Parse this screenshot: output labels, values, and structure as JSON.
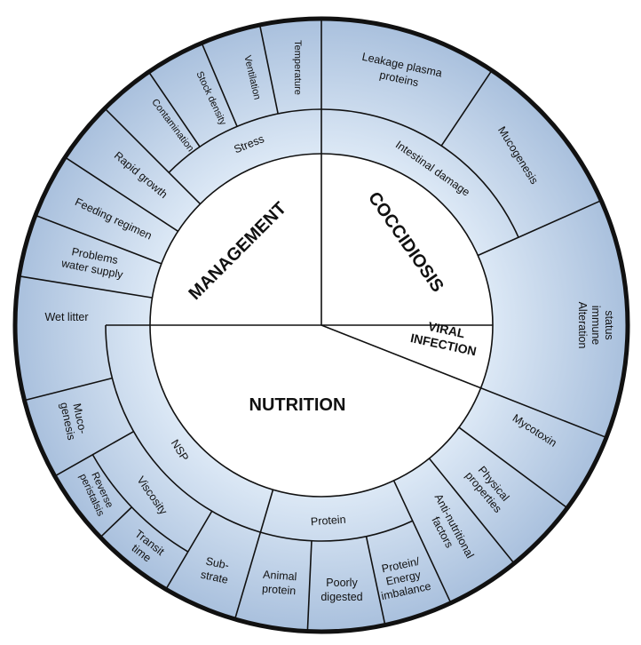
{
  "categories": {
    "management": "MANAGEMENT",
    "coccidiosis": "COCCIDIOSIS",
    "viral": [
      "VIRAL",
      "INFECTION"
    ],
    "nutrition": "NUTRITION"
  },
  "management": {
    "stress": "Stress",
    "stress_factors": [
      "Temperature",
      "Ventilation",
      "Stock density",
      "Contamination"
    ],
    "rapid_growth": "Rapid growth",
    "feeding_regimen": "Feeding regimen",
    "water_supply": [
      "Problems",
      "water supply"
    ],
    "wet_litter": "Wet litter"
  },
  "coccidiosis": {
    "intestinal_damage": "Intestinal damage",
    "leakage": [
      "Leakage plasma",
      "proteins"
    ],
    "mucogenesis": "Mucogenesis",
    "immune": [
      "Alteration",
      "immune",
      "status"
    ]
  },
  "nutrition": {
    "nsp": "NSP",
    "muco_genesis": [
      "Muco-",
      "genesis"
    ],
    "viscosity": "Viscosity",
    "reverse_peristalsis": [
      "Reverse",
      "peristalsis"
    ],
    "transit_time": [
      "Transit",
      "time"
    ],
    "substrate": [
      "Sub-",
      "strate"
    ],
    "protein": "Protein",
    "animal_protein": [
      "Animal",
      "protein"
    ],
    "poorly_digested": [
      "Poorly",
      "digested"
    ],
    "protein_energy": [
      "Protein/",
      "Energy",
      "imbalance"
    ],
    "anti_nutritional": [
      "Anti-nutritional",
      "factors"
    ],
    "physical_properties": [
      "Physical",
      "properties"
    ],
    "mycotoxin": "Mycotoxin"
  },
  "colors": {
    "ring_light": "#dde9f6",
    "ring_dark": "#a9c0dd",
    "line": "#111111"
  }
}
